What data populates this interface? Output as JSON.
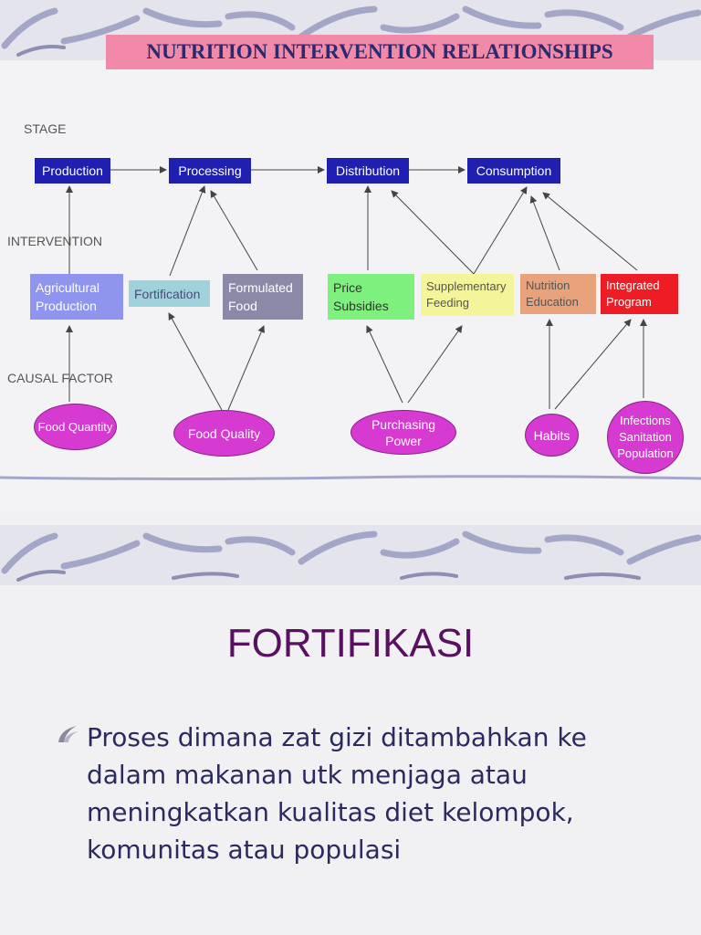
{
  "slide1": {
    "title": "NUTRITION INTERVENTION RELATIONSHIPS",
    "row_labels": {
      "stage": "STAGE",
      "intervention": "INTERVENTION",
      "causal": "CAUSAL FACTOR"
    },
    "stages": [
      "Production",
      "Processing",
      "Distribution",
      "Consumption"
    ],
    "interventions": [
      {
        "label": "Agricultural\nProduction",
        "color": "#8f94ef",
        "text_color": "#ffffff"
      },
      {
        "label": "Fortification",
        "color": "#9fd3dc",
        "text_color": "#4a4a7a"
      },
      {
        "label": "Formulated\nFood",
        "color": "#8a8aa8",
        "text_color": "#ffffff"
      },
      {
        "label": "Price\nSubsidies",
        "color": "#7ef07e",
        "text_color": "#333333"
      },
      {
        "label": "Supplementary\nFeeding",
        "color": "#f4f49a",
        "text_color": "#555555"
      },
      {
        "label": "Nutrition\nEducation",
        "color": "#e8a37c",
        "text_color": "#555555"
      },
      {
        "label": "Integrated\nProgram",
        "color": "#ee1c24",
        "text_color": "#ffffff"
      }
    ],
    "causal_factors": [
      "Food Quantity",
      "Food Quality",
      "Purchasing\nPower",
      "Habits",
      "Infections\nSanitation\nPopulation"
    ]
  },
  "slide2": {
    "heading": "FORTIFIKASI",
    "bullet": "Proses dimana zat gizi ditambahkan ke dalam makanan utk menjaga atau meningkatkan kualitas diet kelompok, komunitas atau populasi"
  },
  "colors": {
    "title_bg": "#f08aa8",
    "stage_bg": "#2020b0",
    "oval_bg": "#d63ad0",
    "heading": "#5a1060",
    "body_text": "#2a2a5e"
  }
}
